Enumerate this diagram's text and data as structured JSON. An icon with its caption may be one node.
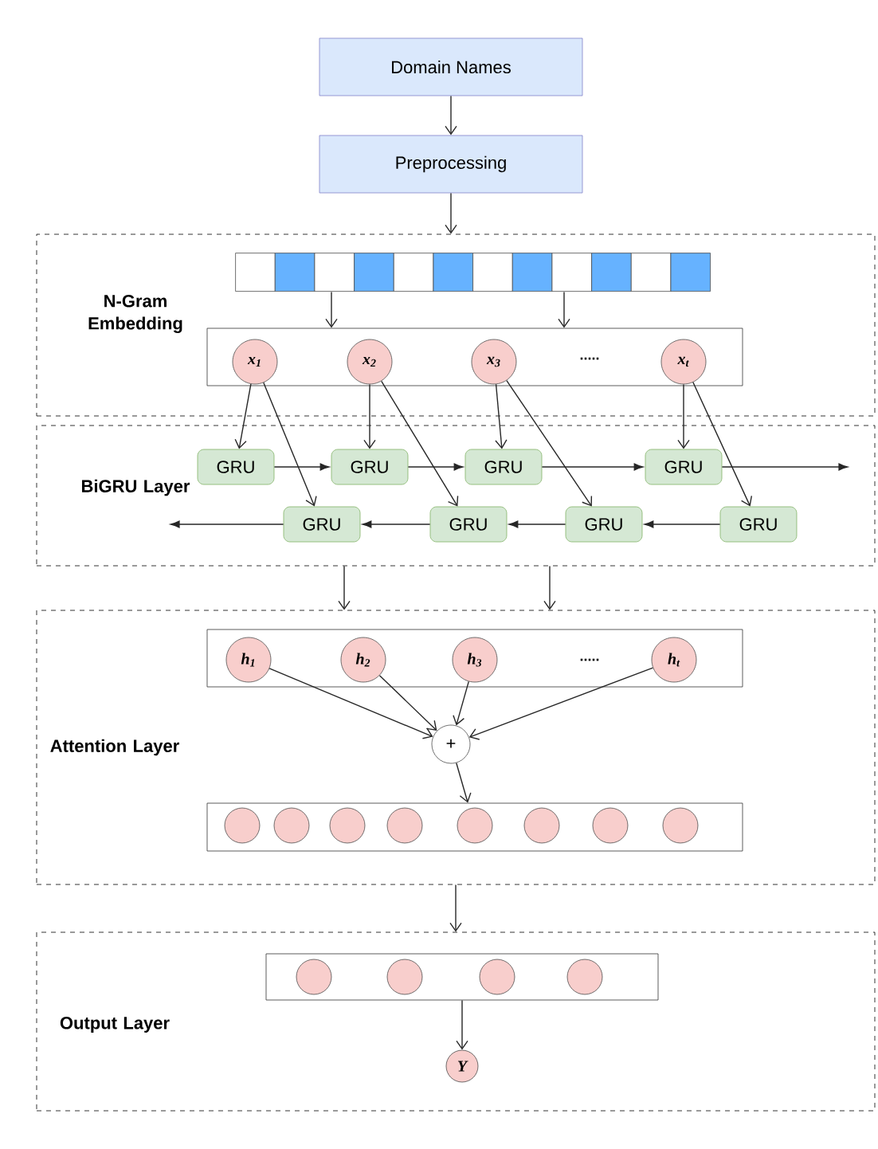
{
  "diagram": {
    "nodes": [
      {
        "text": [
          "Domain Names"
        ]
      },
      {
        "text": [
          "Preprocessing"
        ]
      },
      {
        "text": [
          "N-Gram Embedding"
        ]
      },
      {
        "text": [],
        "shape": "bar",
        "in": 2
      },
      {
        "text": [],
        "shape": "box",
        "in": 2
      },
      {
        "text": [
          "x$_{1}$"
        ],
        "in": 4
      },
      {
        "text": [
          "x$_{2}$"
        ],
        "in": 4
      },
      {
        "text": [
          "x$_{3}$"
        ],
        "in": 4
      },
      {
        "text": [
          "x$_{t}$"
        ],
        "in": 4
      },
      {
        "text": [
          "BiGRU Layer"
        ]
      },
      {
        "text": [
          "GRU"
        ],
        "in": 9
      },
      {
        "text": [
          "GRU"
        ],
        "in": 9
      },
      {
        "text": [
          "GRU"
        ],
        "in": 9
      },
      {
        "text": [
          "GRU"
        ],
        "in": 9
      },
      {
        "text": [
          "GRU"
        ],
        "in": 9
      },
      {
        "text": [
          "GRU"
        ],
        "in": 9
      },
      {
        "text": [
          "GRU"
        ],
        "in": 9
      },
      {
        "text": [
          "GRU"
        ],
        "in": 9
      },
      {
        "text": [
          "Attention Layer"
        ]
      },
      {
        "text": [],
        "shape": "box",
        "in": 18
      },
      {
        "text": [
          "h$_{1}$"
        ],
        "in": 19
      },
      {
        "text": [
          "h$_{2}$"
        ],
        "in": 19
      },
      {
        "text": [
          "h$_{3}$"
        ],
        "in": 19
      },
      {
        "text": [
          "h$_{t}$"
        ],
        "in": 19
      },
      {
        "text": [
          "+"
        ],
        "in": 18
      },
      {
        "text": [],
        "shape": "box",
        "in": 18
      },
      {
        "text": [],
        "shape": "circle",
        "in": 25
      },
      {
        "text": [],
        "shape": "circle",
        "in": 25
      },
      {
        "text": [],
        "shape": "circle",
        "in": 25
      },
      {
        "text": [],
        "shape": "circle",
        "in": 25
      },
      {
        "text": [],
        "shape": "circle",
        "in": 25
      },
      {
        "text": [],
        "shape": "circle",
        "in": 25
      },
      {
        "text": [],
        "shape": "circle",
        "in": 25
      },
      {
        "text": [],
        "shape": "circle",
        "in": 25
      },
      {
        "text": [
          "Output Layer"
        ]
      },
      {
        "text": [],
        "shape": "box",
        "in": 34
      },
      {
        "text": [],
        "shape": "circle",
        "in": 35
      },
      {
        "text": [],
        "shape": "circle",
        "in": 35
      },
      {
        "text": [],
        "shape": "circle",
        "in": 35
      },
      {
        "text": [],
        "shape": "circle",
        "in": 35
      },
      {
        "text": [
          "Y"
        ],
        "in": 34
      }
    ],
    "edges": [
      {
        "from": 0,
        "to": 1,
        "arrow": "to"
      },
      {
        "from": 1,
        "to": 2,
        "arrow": "to"
      },
      {
        "from": 3,
        "to": 4,
        "arrow": "to"
      },
      {
        "from": 3,
        "to": 4,
        "arrow": "to"
      },
      {
        "from": 5,
        "to": 10,
        "arrow": "to"
      },
      {
        "from": 5,
        "to": 14,
        "arrow": "to"
      },
      {
        "from": 6,
        "to": 11,
        "arrow": "to"
      },
      {
        "from": 6,
        "to": 15,
        "arrow": "to"
      },
      {
        "from": 7,
        "to": 12,
        "arrow": "to"
      },
      {
        "from": 7,
        "to": 16,
        "arrow": "to"
      },
      {
        "from": 8,
        "to": 13,
        "arrow": "to"
      },
      {
        "from": 8,
        "to": 17,
        "arrow": "to"
      },
      {
        "from": 10,
        "to": 11,
        "arrow": "to"
      },
      {
        "from": 11,
        "to": 12,
        "arrow": "to"
      },
      {
        "from": 12,
        "to": 13,
        "arrow": "to"
      },
      {
        "from": 13,
        "to": null,
        "arrow": "to"
      },
      {
        "from": 17,
        "to": 16,
        "arrow": "to"
      },
      {
        "from": 16,
        "to": 15,
        "arrow": "to"
      },
      {
        "from": 15,
        "to": 14,
        "arrow": "to"
      },
      {
        "from": 14,
        "to": null,
        "arrow": "to"
      },
      {
        "from": 9,
        "to": 18,
        "arrow": "to"
      },
      {
        "from": 9,
        "to": 18,
        "arrow": "to"
      },
      {
        "from": 20,
        "to": 24,
        "arrow": "to"
      },
      {
        "from": 21,
        "to": 24,
        "arrow": "to"
      },
      {
        "from": 22,
        "to": 24,
        "arrow": "to"
      },
      {
        "from": 23,
        "to": 24,
        "arrow": "to"
      },
      {
        "from": 24,
        "to": 25,
        "arrow": "to"
      },
      {
        "from": 18,
        "to": 34,
        "arrow": "to"
      },
      {
        "from": 35,
        "to": 40,
        "arrow": "to"
      }
    ],
    "labels": [
      ".....",
      "....."
    ]
  }
}
